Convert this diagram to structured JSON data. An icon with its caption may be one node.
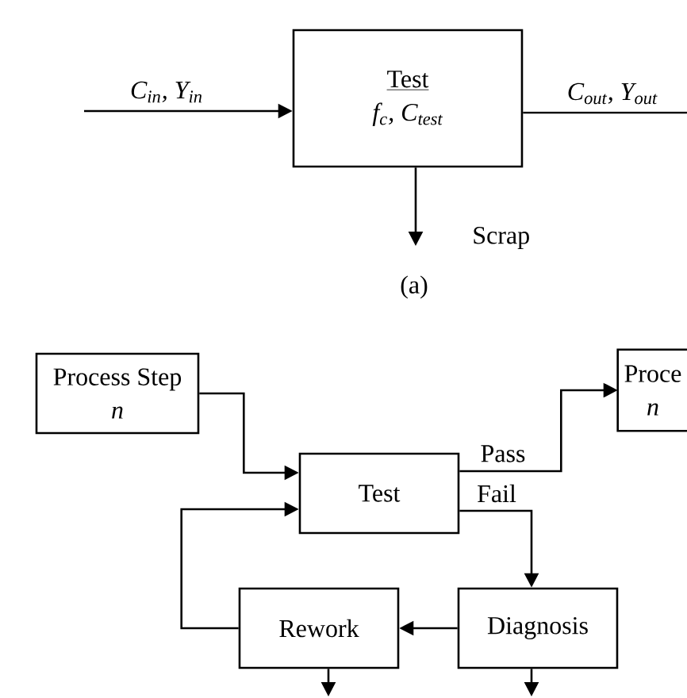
{
  "diagram": {
    "nodes": [
      {
        "text": [
          "Test",
          "f$_{c}$, C$_{test}$"
        ]
      },
      {
        "text": [
          "Process Step",
          "n"
        ]
      },
      {
        "text": [
          "Proce",
          "n"
        ]
      },
      {
        "text": [
          "Test"
        ]
      },
      {
        "text": [
          "Rework"
        ]
      },
      {
        "text": [
          "Diagnosis"
        ]
      }
    ],
    "edges": [
      {
        "from": null,
        "to": 0,
        "arrow": "to",
        "label": "C$_{in}$, Y$_{in}$"
      },
      {
        "from": 0,
        "to": null,
        "arrow": "none",
        "label": "C$_{out}$, Y$_{out}$"
      },
      {
        "from": 0,
        "to": null,
        "arrow": "to",
        "label": "Scrap"
      },
      {
        "from": 1,
        "to": 3,
        "arrow": "to"
      },
      {
        "from": 3,
        "to": 2,
        "arrow": "to",
        "label": "Pass"
      },
      {
        "from": 3,
        "to": 5,
        "arrow": "to",
        "label": "Fail"
      },
      {
        "from": 5,
        "to": 4,
        "arrow": "to"
      },
      {
        "from": 4,
        "to": 3,
        "arrow": "to"
      },
      {
        "from": 4,
        "to": null,
        "arrow": "to"
      },
      {
        "from": 5,
        "to": null,
        "arrow": "to"
      }
    ],
    "labels": [
      "(a)"
    ]
  }
}
